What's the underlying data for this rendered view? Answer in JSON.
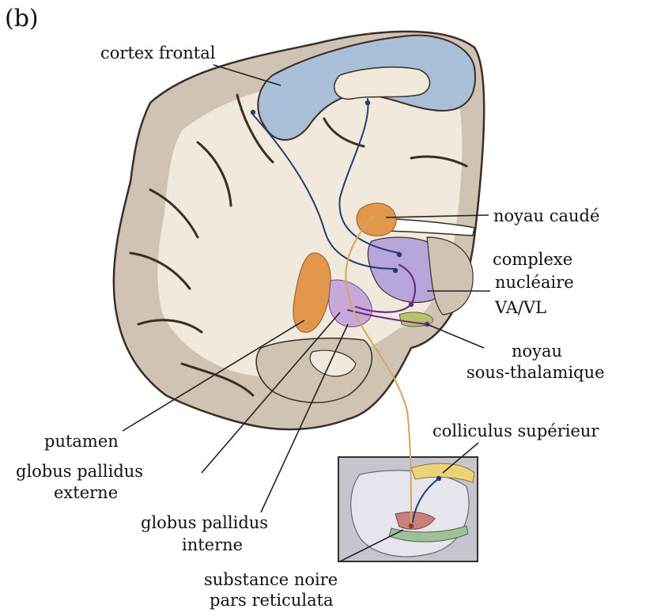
{
  "panel_label": "(b)",
  "labels": {
    "cortex_frontal": "cortex frontal",
    "noyau_caude": "noyau caudé",
    "complexe_line1": "complexe",
    "complexe_line2": "nucléaire",
    "complexe_line3": "VA/VL",
    "noyau_sous_line1": "noyau",
    "noyau_sous_line2": "sous-thalamique",
    "colliculus": "colliculus supérieur",
    "putamen": "putamen",
    "gp_externe_line1": "globus pallidus",
    "gp_externe_line2": "externe",
    "gp_interne_line1": "globus pallidus",
    "gp_interne_line2": "interne",
    "substance_line1": "substance noire",
    "substance_line2": "pars reticulata"
  },
  "colors": {
    "outline": "#3a2e26",
    "white_matter": "#f1e9dc",
    "gray_matter": "#cfc3b4",
    "cortex_blue": "#a9bfd8",
    "caudate_putamen": "#e2974a",
    "globus_pallidus": "#c8a8d8",
    "thalamus_violet": "#b7a6db",
    "subthalamic_green": "#b6c46c",
    "colliculus_yellow": "#ecd377",
    "nigra_red": "#c97f7a",
    "pathway_blue": "#1f3f6e",
    "pathway_purple": "#6b2c8f",
    "pathway_tan": "#d4a65e",
    "leader": "#222222"
  }
}
